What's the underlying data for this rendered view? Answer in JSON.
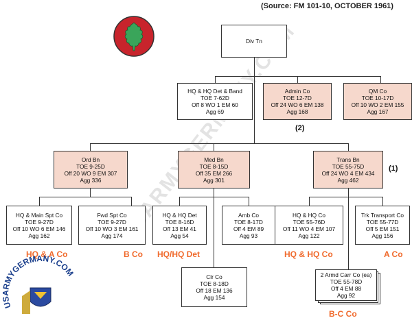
{
  "source": "(Source: FM 101-10, OCTOBER 1961)",
  "watermark": "USARMYGERMANY.COM",
  "logo_text": "USARMYGERMANY.COM",
  "boxes": {
    "div_tn": {
      "lines": [
        "Div Tn"
      ]
    },
    "hq_det_band": {
      "lines": [
        "HQ & HQ Det & Band",
        "TOE 7-62D",
        "Off 8   WO 1   EM 60",
        "Agg 69"
      ]
    },
    "admin_co": {
      "lines": [
        "Admin Co",
        "TOE 12-7D",
        "Off 24   WO 6   EM 138",
        "Agg 168"
      ]
    },
    "qm_co": {
      "lines": [
        "QM Co",
        "TOE 10-17D",
        "Off 10   WO 2   EM 155",
        "Agg 167"
      ]
    },
    "ord_bn": {
      "lines": [
        "Ord Bn",
        "TOE 9-25D",
        "Off 20   WO 9   EM 307",
        "Agg 336"
      ]
    },
    "med_bn": {
      "lines": [
        "Med Bn",
        "TOE 8-15D",
        "Off 35   EM 266",
        "Agg 301"
      ]
    },
    "trans_bn": {
      "lines": [
        "Trans Bn",
        "TOE 55-75D",
        "Off 24   WO 4   EM 434",
        "Agg 462"
      ]
    },
    "hq_main_spt": {
      "lines": [
        "HQ & Main Spt Co",
        "TOE 9-27D",
        "Off 10   WO 6   EM 146",
        "Agg 162"
      ]
    },
    "fwd_spt": {
      "lines": [
        "Fwd Spt Co",
        "TOE 9-27D",
        "Off 10   WO 3   EM 161",
        "Agg 174"
      ]
    },
    "hq_hq_det_med": {
      "lines": [
        "HQ & HQ Det",
        "TOE 8-16D",
        "Off 13   EM 41",
        "Agg 54"
      ]
    },
    "amb_co": {
      "lines": [
        "Amb Co",
        "TOE 8-17D",
        "Off 4   EM 89",
        "Agg 93"
      ]
    },
    "clr_co": {
      "lines": [
        "Clr Co",
        "TOE 8-18D",
        "Off 18   EM 136",
        "Agg 154"
      ]
    },
    "hq_hq_co_trans": {
      "lines": [
        "HQ & HQ Co",
        "TOE 55-76D",
        "Off 11   WO 4   EM 107",
        "Agg 122"
      ]
    },
    "trk_transport": {
      "lines": [
        "Trk Transport Co",
        "TOE 55-77D",
        "Off 5   EM 151",
        "Agg 156"
      ]
    },
    "armd_carr": {
      "lines": [
        "2 Armd Carr Co (ea)",
        "TOE 55-78D",
        "Off 4   EM 88",
        "Agg 92"
      ]
    }
  },
  "labels": {
    "hq_a_co": "HQ & A Co",
    "b_co": "B Co",
    "hq_hq_det": "HQ/HQ Det",
    "hq_hq_co": "HQ & HQ Co",
    "a_co": "A Co",
    "bc_co": "B-C Co"
  },
  "notes": {
    "n1": "(1)",
    "n2": "(2)"
  },
  "colors": {
    "pink_fill": "#f6d8cc",
    "label_orange": "#f06a2c"
  }
}
